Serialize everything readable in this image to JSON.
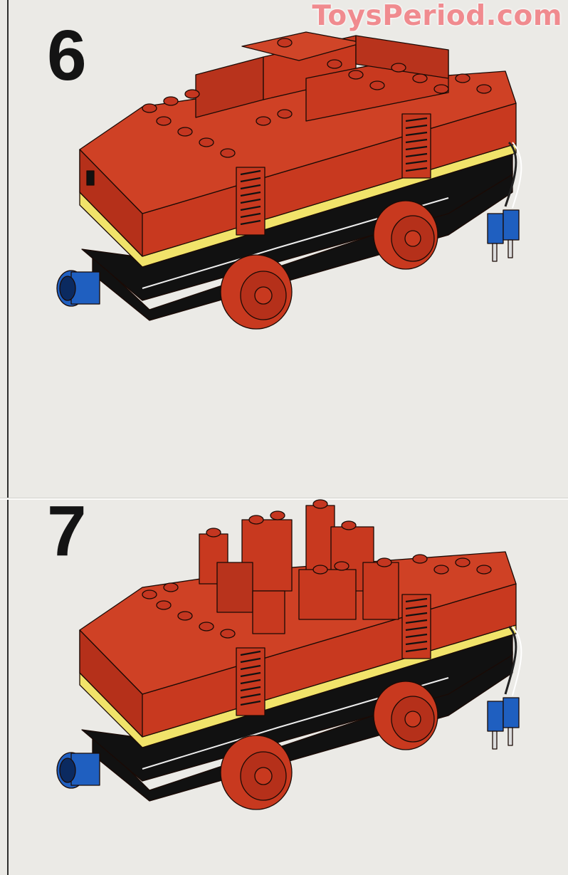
{
  "watermark": "ToysPeriod.com",
  "steps": [
    {
      "number": "6",
      "description": "Locomotive with raised brick walls on top"
    },
    {
      "number": "7",
      "description": "Locomotive with stacked bricks added on top"
    }
  ],
  "colors": {
    "brick_red": "#c8391f",
    "brick_red_dark": "#a82c17",
    "stripe_yellow": "#f1e36a",
    "chassis_black": "#111111",
    "connector_blue": "#1f5fc0",
    "paper": "#ebeae6",
    "watermark_pink": "#f08b8f"
  }
}
